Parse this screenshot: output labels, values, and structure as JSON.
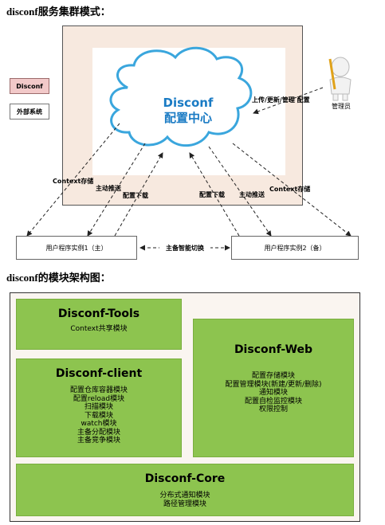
{
  "section1": {
    "title": "disconf服务集群模式："
  },
  "cluster": {
    "center": {
      "line1": "Disconf",
      "line2": "配置中心"
    },
    "legend": {
      "disconf": "Disconf",
      "external": "外部系统"
    },
    "admin": {
      "label": "管理员",
      "action": "上传/更新/管理 配置"
    },
    "apps": {
      "primary": "用户程序实例1（主）",
      "backup": "用户程序实例2（备）"
    },
    "switch_label": "主备智能切换",
    "edges": {
      "context_store": "Context存储",
      "active_push": "主动推送",
      "config_download": "配置下载"
    }
  },
  "section2": {
    "title": "disconf的模块架构图："
  },
  "modules": {
    "tools": {
      "title": "Disconf-Tools",
      "items": [
        "Context共享模块"
      ]
    },
    "client": {
      "title": "Disconf-client",
      "items": [
        "配置仓库容器模块",
        "配置reload模块",
        "扫描模块",
        "下载模块",
        "watch模块",
        "主备分配模块",
        "主备竞争模块"
      ]
    },
    "web": {
      "title": "Disconf-Web",
      "items": [
        "配置存储模块",
        "配置管理模块(新建/更新/删除)",
        "通知模块",
        "配置自检监控模块",
        "权限控制"
      ]
    },
    "core": {
      "title": "Disconf-Core",
      "items": [
        "分布式通知模块",
        "路径管理模块"
      ]
    }
  },
  "colors": {
    "cloud_stroke": "#3aa6dd",
    "cloud_text": "#1a7bc4",
    "module_green": "#8dc44f"
  }
}
